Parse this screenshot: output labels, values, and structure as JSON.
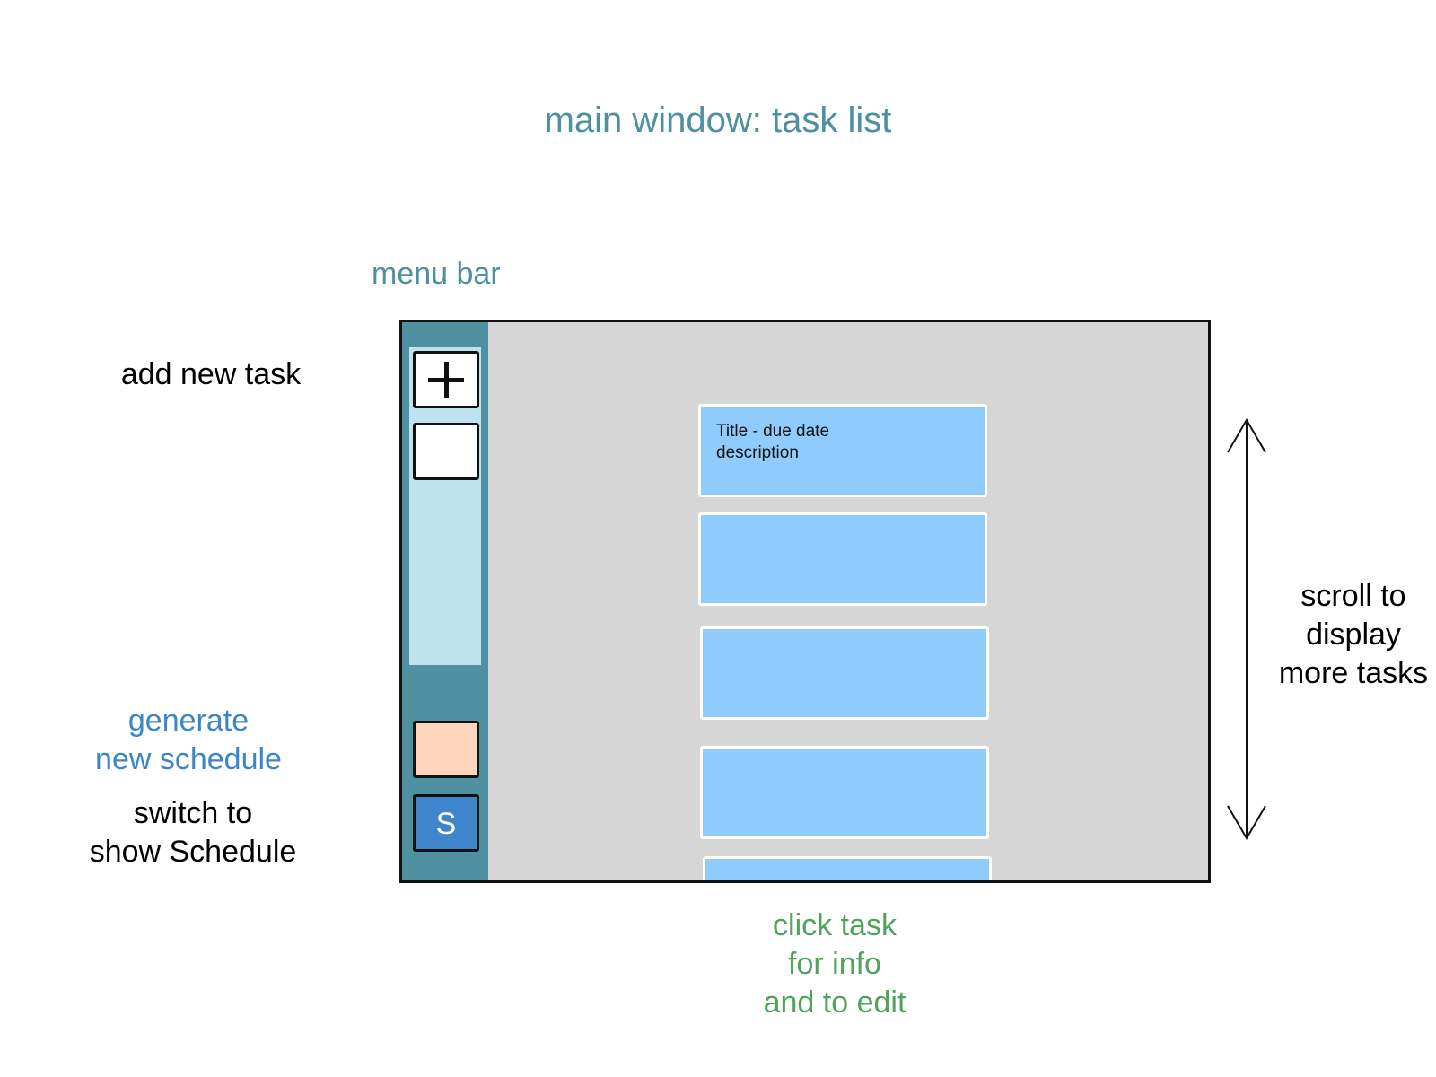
{
  "annotations": {
    "title": "main window: task list",
    "menu_bar": "menu bar",
    "add_task": "add new task",
    "generate": [
      "generate",
      "new schedule"
    ],
    "switch": [
      "switch to",
      "show Schedule"
    ],
    "scroll": [
      "scroll to",
      "display",
      "more tasks"
    ],
    "click_task": [
      "click task",
      "for info",
      "and to edit"
    ]
  },
  "window": {
    "switch_button_label": "S",
    "tasks": [
      {
        "title": "Title - due date",
        "description": "description"
      },
      {
        "title": "",
        "description": ""
      },
      {
        "title": "",
        "description": ""
      },
      {
        "title": "",
        "description": ""
      },
      {
        "title": "",
        "description": ""
      }
    ]
  },
  "icons": {
    "add": "plus-icon",
    "scroll": "double-arrow-vertical-icon"
  },
  "colors": {
    "annotation_teal": "#4e8fa0",
    "annotation_blue": "#3d86c6",
    "annotation_green": "#4fa35a",
    "menu_bar": "#4f91a1",
    "menu_panel": "#bfe3ee",
    "task_card": "#90cbfd",
    "content_bg": "#d6d6d6",
    "generate_button": "#fdd6bd",
    "switch_button": "#3f85cc"
  }
}
